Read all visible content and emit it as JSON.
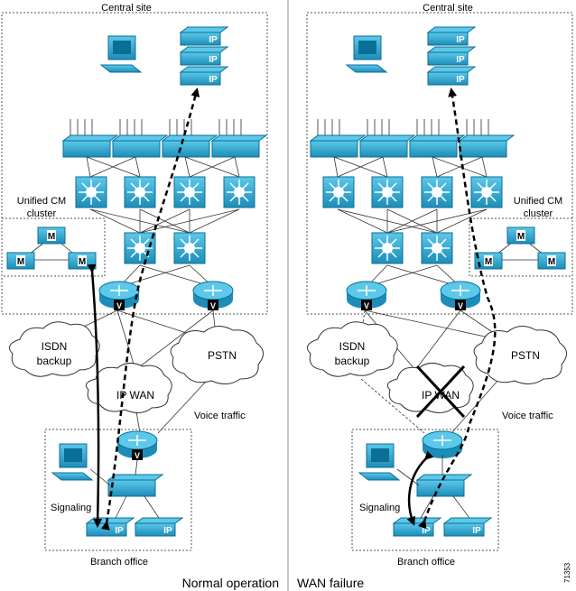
{
  "captions": {
    "left": "Normal operation",
    "right": "WAN failure",
    "figure_number": "71353"
  },
  "left": {
    "central_site": "Central site",
    "cluster": [
      "Unified CM",
      "cluster"
    ],
    "isdn": [
      "ISDN",
      "backup"
    ],
    "pstn": "PSTN",
    "ipwan": "IP WAN",
    "voice_traffic": "Voice traffic",
    "signaling": "Signaling",
    "branch_office": "Branch office"
  },
  "right": {
    "central_site": "Central site",
    "cluster": [
      "Unified CM",
      "cluster"
    ],
    "isdn": [
      "ISDN",
      "backup"
    ],
    "pstn": "PSTN",
    "ipwan": "IP WAN",
    "voice_traffic": "Voice traffic",
    "signaling": "Signaling",
    "branch_office": "Branch office"
  },
  "icons": {
    "ip_phone_label": "IP",
    "router_label": "V",
    "cm_server_label": "M"
  },
  "colors": {
    "device": "#2aa6cf",
    "device_dark": "#0b6f95",
    "cloud_fill": "#ffffff",
    "box_border": "#555555"
  }
}
